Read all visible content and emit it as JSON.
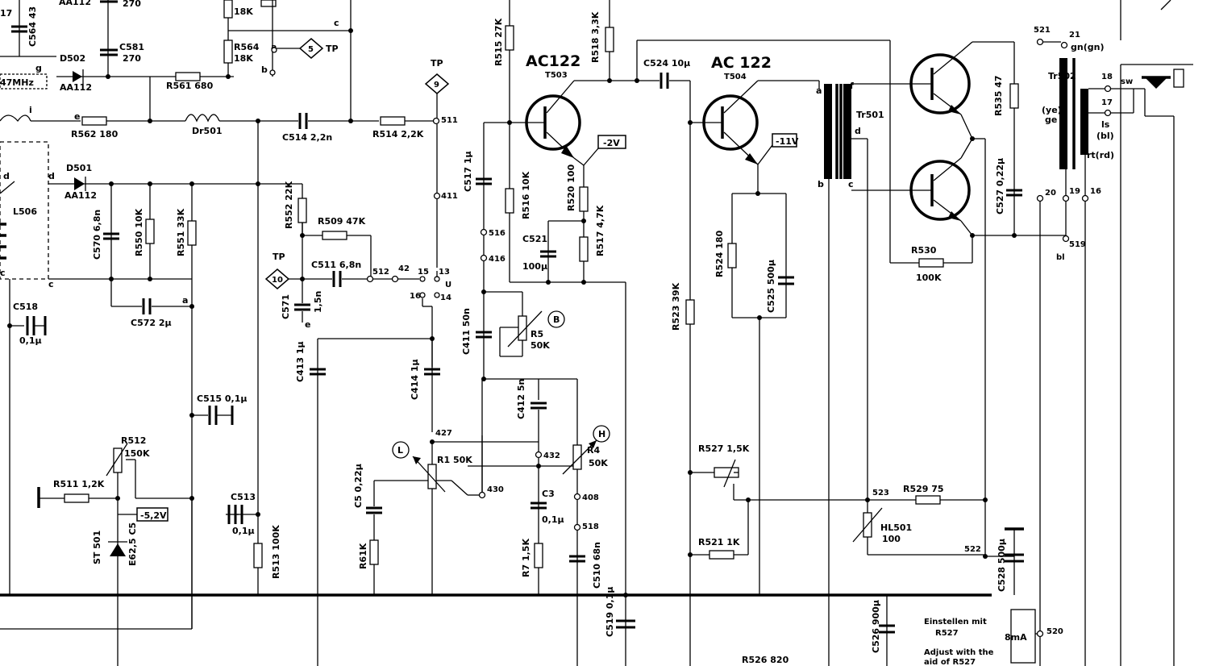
{
  "transistors": {
    "t503": {
      "type": "AC122",
      "ref": "T503"
    },
    "t504": {
      "type": "AC 122",
      "ref": "T504"
    }
  },
  "voltages": {
    "t503_emitter": "-2V",
    "t504_emitter": "-11V",
    "zener": "-5,2V"
  },
  "components": {
    "c564": "C564 43",
    "c581": "C581",
    "c581_val": "270",
    "c_top": "270",
    "d502": "D502",
    "d502_type": "AA112",
    "r561": "R561 680",
    "r562": "R562 180",
    "dr501": "Dr501",
    "c514": "C514 2,2n",
    "r514": "R514 2,2K",
    "r564": "R564",
    "r564_val": "18K",
    "r_top": "18K",
    "d501": "D501",
    "d501_type": "AA112",
    "l506": "L506",
    "c570": "C570 6,8n",
    "r550": "R550 10K",
    "r551": "R551 33K",
    "r552": "R552 22K",
    "r509": "R509 47K",
    "c511": "C511 6,8n",
    "c571": "C571",
    "c571_val": "1,5n",
    "c518": "C518",
    "c518_val": "0,1µ",
    "c572": "C572 2µ",
    "c515": "C515 0,1µ",
    "c513": "C513",
    "c513_val": "0,1µ",
    "r513": "R513 100K",
    "r512": "R512",
    "r512_val": "150K",
    "r511": "R511 1,2K",
    "st501": "ST 501",
    "e625": "E62,5 C5",
    "r515": "R515 27K",
    "r518": "R518 3,3K",
    "c524": "C524 10µ",
    "c517": "C517 1µ",
    "r516": "R516 10K",
    "r520": "R520 100",
    "r517": "R517 4,7K",
    "c521": "C521",
    "c521_val": "100µ",
    "c411": "C411 50n",
    "r5": "R5",
    "r5_val": "50K",
    "c413": "C413 1µ",
    "c414": "C414 1µ",
    "c412": "C412 5n",
    "r4": "R4",
    "r4_val": "50K",
    "r1": "R1 50K",
    "c5": "C5 0,22µ",
    "c3": "C3",
    "c3_val": "0,1µ",
    "r61": "R61K",
    "r7": "R7 1,5K",
    "c510": "C510 68n",
    "c519": "C519 0,1µ",
    "r523": "R523 39K",
    "r524": "R524 180",
    "c525": "C525 500µ",
    "r527": "R527 1,5K",
    "r521": "R521 1K",
    "r526": "R526  820",
    "tr501": "Tr501",
    "r535": "R535 47",
    "c527": "C527 0,22µ",
    "r530": "R530",
    "r530_val": "100K",
    "r529": "R529 75",
    "hl501": "HL501",
    "hl501_val": "100",
    "c528": "C528 500µ",
    "c526": "C526 900µ",
    "tr502": "Tr502",
    "meter": "8mA"
  },
  "test_points": {
    "tp_label": "TP",
    "tp5": "5",
    "tp9": "9",
    "tp10": "10"
  },
  "pins": {
    "p511": "511",
    "p411": "411",
    "p516": "516",
    "p416": "416",
    "p512": "512",
    "p42": "42",
    "p15": "15",
    "p13": "13",
    "p16": "16",
    "p14": "14",
    "p427": "427",
    "p430": "430",
    "p432": "432",
    "p408": "408",
    "p518": "518",
    "p521": "521",
    "p21": "21",
    "p18": "18",
    "p17": "17",
    "p20": "20",
    "p19": "19",
    "p16b": "16",
    "p519": "519",
    "p523": "523",
    "p522": "522",
    "p520": "520"
  },
  "node_letters": {
    "a": "a",
    "b": "b",
    "c": "c",
    "d": "d",
    "e": "e",
    "f": "f",
    "g": "g",
    "i": "i",
    "l": "L",
    "h": "H",
    "bb": "B",
    "u": "U"
  },
  "wire_colors": {
    "gn": "gn(gn)",
    "ye": "(ye)",
    "ge": "ge",
    "ls": "ls",
    "bl": "(bl)",
    "rt": "rt(rd)",
    "sw": "sw",
    "bl2": "bl"
  },
  "fragments": {
    "mhz": "47MHz",
    "n17": "17",
    "n_aa112_top": "AA112"
  },
  "notes": {
    "einstellen": "Einstellen mit",
    "einstellen2": "R527",
    "adjust": "Adjust with the",
    "adjust2": "aid of R527"
  }
}
